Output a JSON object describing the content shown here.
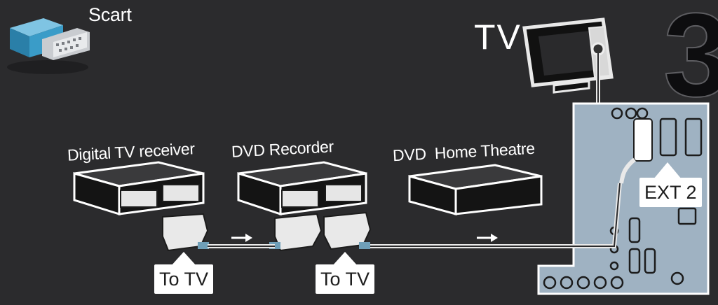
{
  "step_number": "3",
  "cable_type": "Scart",
  "tv_label": "TV",
  "devices": {
    "digital_tv_receiver": "Digital TV receiver",
    "dvd_recorder": "DVD Recorder",
    "dvd_home_theatre": "DVD  Home Theatre"
  },
  "connectors": {
    "to_tv_1": "To TV",
    "to_tv_2": "To TV",
    "tv_input": "EXT 2"
  },
  "colors": {
    "background": "#2b2b2d",
    "tv_panel": "#9fb2c2",
    "scart_icon": "#3a9cc8"
  }
}
